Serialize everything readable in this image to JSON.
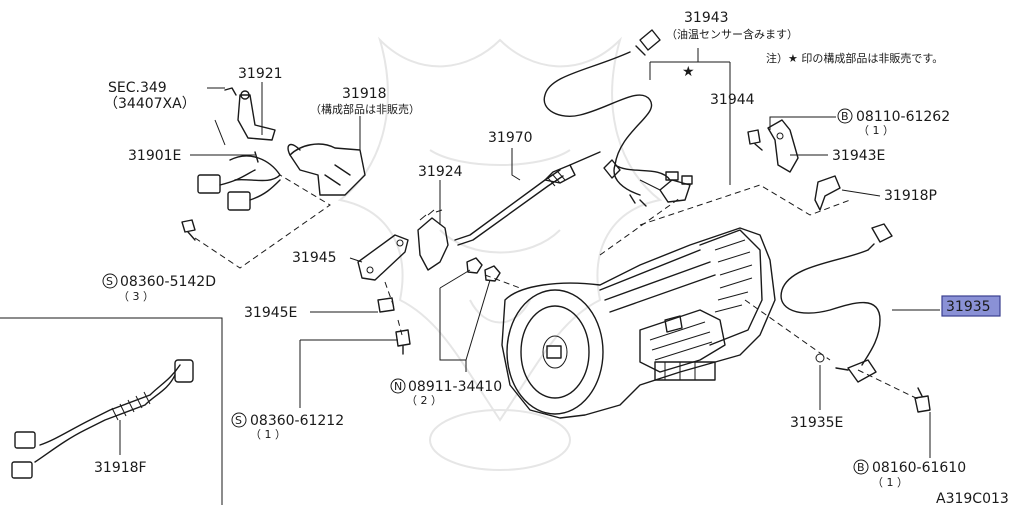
{
  "diagram": {
    "code": "A319C013",
    "note": "注）★ 印の構成部品は非販売です。",
    "highlighted_part": "31935",
    "callouts": [
      {
        "id": "c31943",
        "text": "31943",
        "sub": "（油温センサー含みます）"
      },
      {
        "id": "c31944",
        "text": "31944"
      },
      {
        "id": "c31921",
        "text": "31921"
      },
      {
        "id": "csec",
        "text": "SEC.349",
        "sub": "（34407XA）"
      },
      {
        "id": "c31918",
        "text": "31918",
        "sub": "（構成部品は非販売）"
      },
      {
        "id": "c31901E",
        "text": "31901E"
      },
      {
        "id": "c31970",
        "text": "31970"
      },
      {
        "id": "c31924",
        "text": "31924"
      },
      {
        "id": "c08110",
        "prefix": "B",
        "text": "08110-61262",
        "sub": "（ 1 ）"
      },
      {
        "id": "c31943E",
        "text": "31943E"
      },
      {
        "id": "c31918P",
        "text": "31918P"
      },
      {
        "id": "c31945",
        "text": "31945"
      },
      {
        "id": "c083605142",
        "prefix": "S",
        "text": "08360-5142D",
        "sub": "（ 3 ）"
      },
      {
        "id": "c31945E",
        "text": "31945E"
      },
      {
        "id": "c31935",
        "text": "31935"
      },
      {
        "id": "c08911",
        "prefix": "N",
        "text": "08911-34410",
        "sub": "（ 2 ）"
      },
      {
        "id": "c0836061212",
        "prefix": "S",
        "text": "08360-61212",
        "sub": "（ 1 ）"
      },
      {
        "id": "c31935E",
        "text": "31935E"
      },
      {
        "id": "c08160",
        "prefix": "B",
        "text": "08160-61610",
        "sub": "（ 1 ）"
      },
      {
        "id": "c31918F",
        "text": "31918F"
      }
    ],
    "star_symbol": "★"
  }
}
